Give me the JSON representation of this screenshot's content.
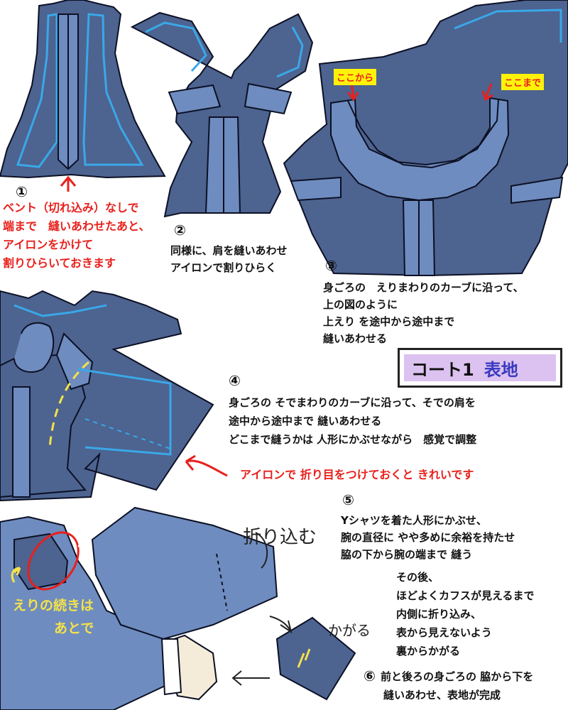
{
  "title": {
    "main": "コート1",
    "sub": "表地"
  },
  "steps": {
    "s1": {
      "num": "①",
      "lines": [
        "ベント（切れ込み）なしで",
        "端まで　縫いあわせたあと、",
        "アイロンをかけて",
        "割りひらいておきます"
      ]
    },
    "s2": {
      "num": "②",
      "lines": [
        "同様に、肩を縫いあわせ",
        "アイロンで割りひらく"
      ]
    },
    "s3": {
      "num": "③",
      "lines": [
        "身ごろの　えりまわりのカーブに沿って、",
        "上の図のように",
        "上えり を途中から途中まで",
        "縫いあわせる"
      ],
      "tag_from": "ここから",
      "tag_to": "ここまで"
    },
    "s4": {
      "num": "④",
      "lines": [
        "身ごろの そでまわりのカーブに沿って、そでの肩を",
        "途中から途中まで 縫いあわせる",
        "どこまで縫うかは 人形にかぶせながら　感覚で調整"
      ],
      "note": "アイロンで 折り目をつけておくと きれいです"
    },
    "s5": {
      "num": "⑤",
      "lines": [
        "Yシャツを着た人形にかぶせ、",
        "腕の直径に やや多めに余裕を持たせ",
        "脇の下から腕の端まで 縫う"
      ],
      "after": [
        "その後、",
        "ほどよくカフスが見えるまで",
        "内側に折り込み、",
        "表から見えないよう",
        "裏からかがる"
      ],
      "collar_note": [
        "えりの続きは",
        "あとで"
      ],
      "hand_fold": "折り込む",
      "hand_stitch": "かがる"
    },
    "s6": {
      "num": "⑥",
      "lines": [
        "前と後ろの身ごろの 脇から下を",
        "縫いあわせ、表地が完成"
      ]
    }
  },
  "colors": {
    "fabric": "#4d6390",
    "fabric_light": "#6e8cbf",
    "seam": "#3aa8e8",
    "outline": "#0c1024",
    "red": "#e8201c",
    "yellow": "#f4e24a"
  }
}
